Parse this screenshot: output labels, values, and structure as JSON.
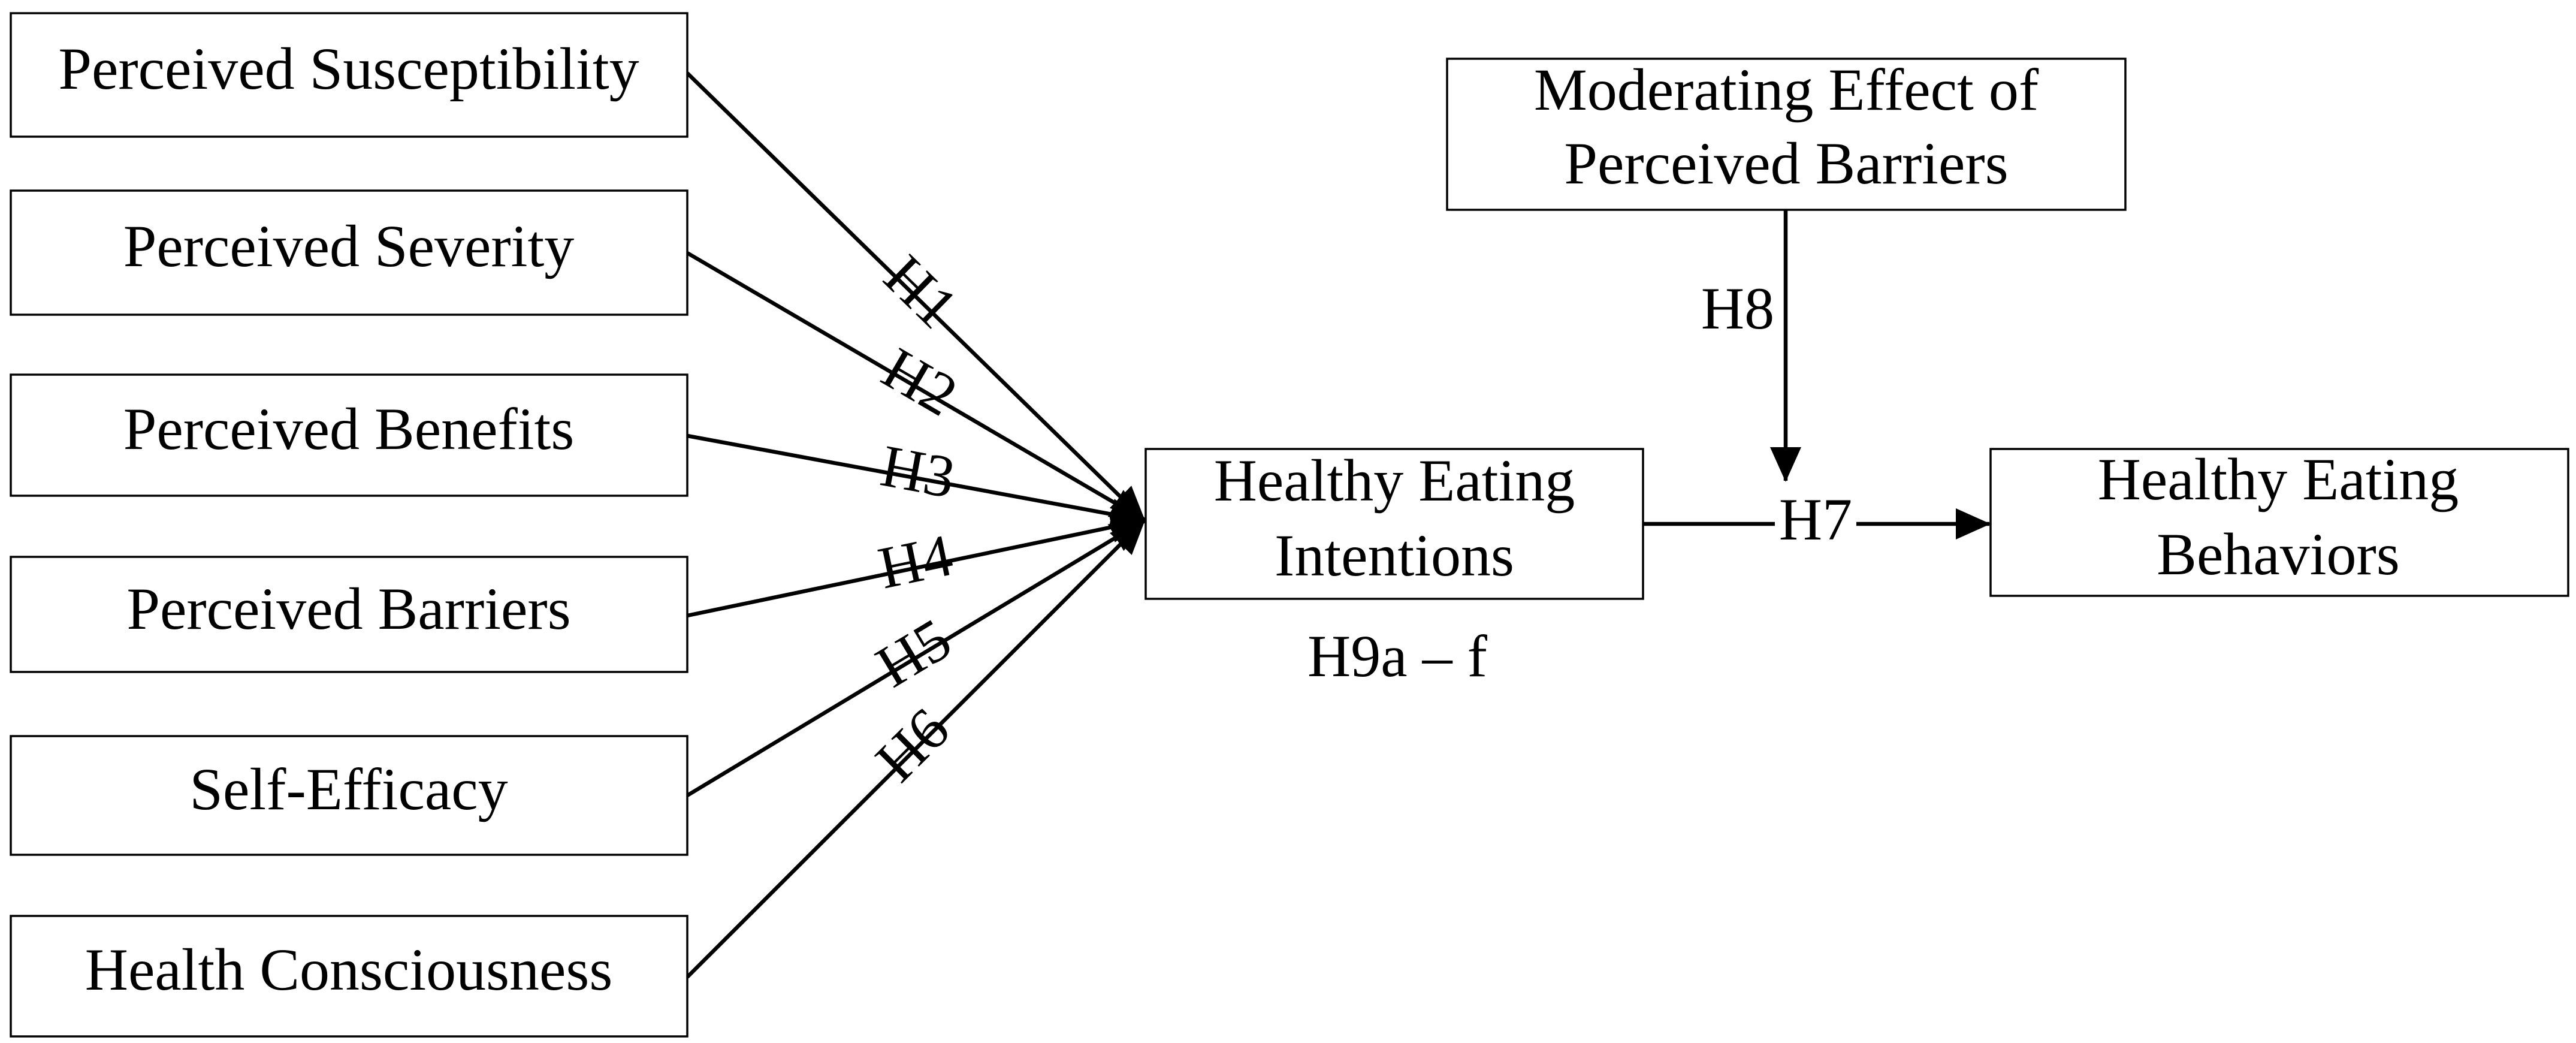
{
  "diagram": {
    "nodes": {
      "perceived_susceptibility": "Perceived Susceptibility",
      "perceived_severity": "Perceived Severity",
      "perceived_benefits": "Perceived Benefits",
      "perceived_barriers": "Perceived Barriers",
      "self_efficacy": "Self-Efficacy",
      "health_consciousness": "Health Consciousness",
      "healthy_eating_intentions": [
        "Healthy Eating",
        "Intentions"
      ],
      "healthy_eating_behaviors": [
        "Healthy Eating",
        "Behaviors"
      ],
      "moderating_effect": [
        "Moderating Effect of",
        "Perceived Barriers"
      ]
    },
    "hypotheses": {
      "h1": "H1",
      "h2": "H2",
      "h3": "H3",
      "h4": "H4",
      "h5": "H5",
      "h6": "H6",
      "h7": "H7",
      "h8": "H8",
      "h9": "H9a – f"
    },
    "edges": [
      {
        "from": "perceived_susceptibility",
        "to": "healthy_eating_intentions",
        "label": "h1"
      },
      {
        "from": "perceived_severity",
        "to": "healthy_eating_intentions",
        "label": "h2"
      },
      {
        "from": "perceived_benefits",
        "to": "healthy_eating_intentions",
        "label": "h3"
      },
      {
        "from": "perceived_barriers",
        "to": "healthy_eating_intentions",
        "label": "h4"
      },
      {
        "from": "self_efficacy",
        "to": "healthy_eating_intentions",
        "label": "h5"
      },
      {
        "from": "health_consciousness",
        "to": "healthy_eating_intentions",
        "label": "h6"
      },
      {
        "from": "healthy_eating_intentions",
        "to": "healthy_eating_behaviors",
        "label": "h7"
      },
      {
        "from": "moderating_effect",
        "to": "edge:h7",
        "label": "h8"
      }
    ]
  }
}
